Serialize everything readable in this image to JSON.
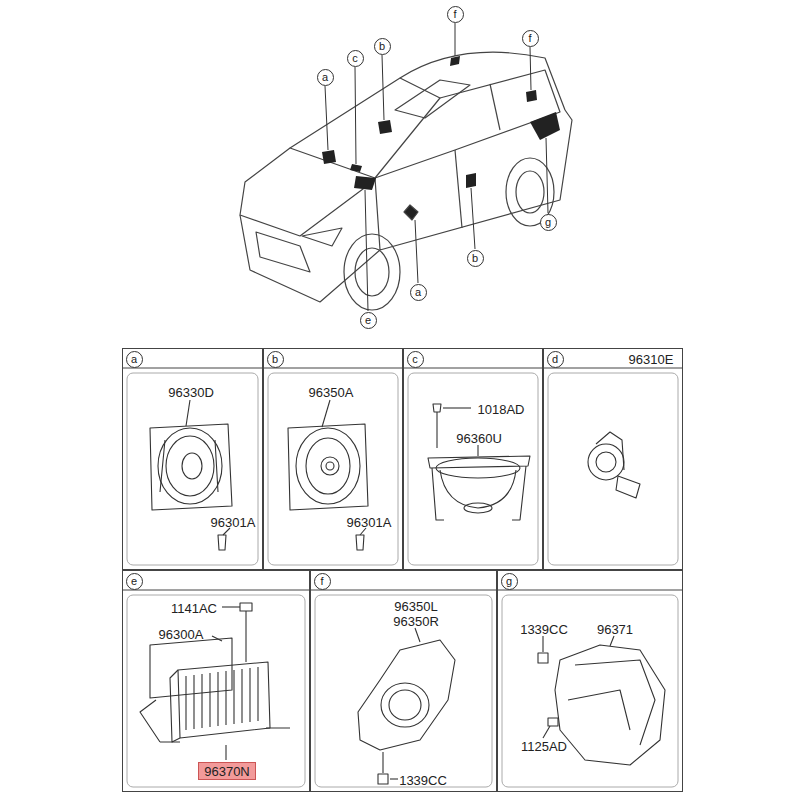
{
  "diagram": {
    "nodes": [
      {
        "text": [
          "f"
        ]
      },
      {
        "text": [
          "f"
        ]
      },
      {
        "text": [
          "b"
        ]
      },
      {
        "text": [
          "c"
        ]
      },
      {
        "text": [
          "a"
        ]
      },
      {
        "text": [
          "g"
        ]
      },
      {
        "text": [
          "b"
        ]
      },
      {
        "text": [
          "a"
        ]
      },
      {
        "text": [
          "e"
        ]
      },
      {
        "text": [
          "96330D",
          "96301A"
        ]
      },
      {
        "text": [
          "a"
        ],
        "in": 9
      },
      {
        "text": [
          "96350A",
          "96301A"
        ]
      },
      {
        "text": [
          "b"
        ],
        "in": 11
      },
      {
        "text": [
          "1018AD",
          "96360U"
        ]
      },
      {
        "text": [
          "c"
        ],
        "in": 13
      },
      {
        "text": [
          "96310E"
        ]
      },
      {
        "text": [
          "d"
        ],
        "in": 15
      },
      {
        "text": [
          "1141AC",
          "96300A"
        ]
      },
      {
        "text": [
          "e"
        ],
        "in": 17
      },
      {
        "text": [
          "96370N"
        ],
        "in": 17
      },
      {
        "text": [
          "96350L",
          "96350R",
          "1339CC"
        ]
      },
      {
        "text": [
          "f"
        ],
        "in": 20
      },
      {
        "text": [
          "1339CC",
          "96371",
          "1125AD"
        ]
      },
      {
        "text": [
          "g"
        ],
        "in": 22
      }
    ]
  }
}
